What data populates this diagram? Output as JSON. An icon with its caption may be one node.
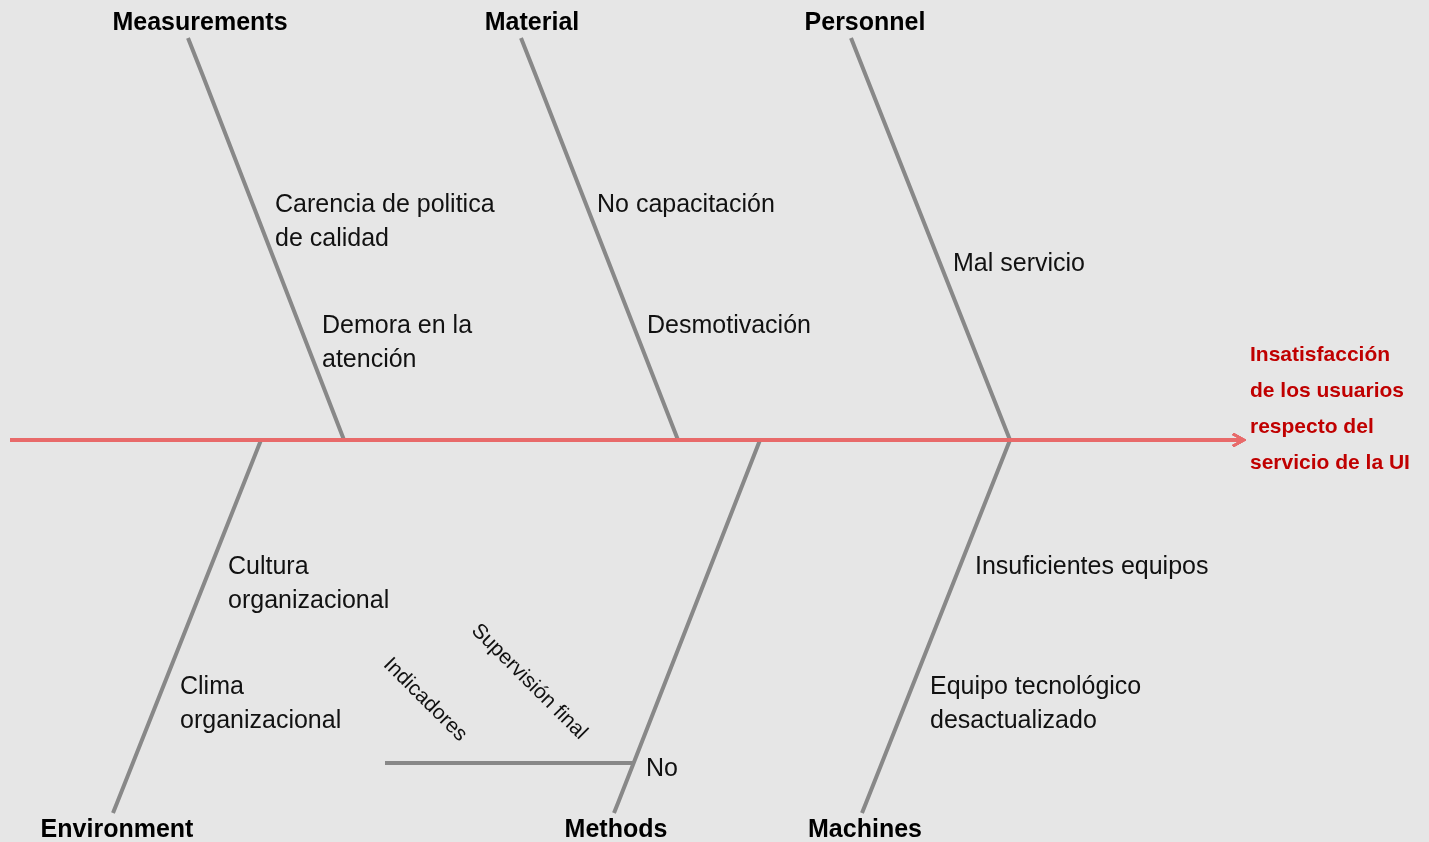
{
  "diagram": {
    "nodes": [
      {
        "text": [
          "Measurements"
        ]
      },
      {
        "text": [
          "Material"
        ]
      },
      {
        "text": [
          "Personnel"
        ]
      },
      {
        "text": [
          "Environment"
        ]
      },
      {
        "text": [
          "Methods"
        ]
      },
      {
        "text": [
          "Machines"
        ]
      },
      {
        "text": [
          "Insatisfacción de los usuarios respecto del servicio de la UI"
        ]
      }
    ],
    "edges": [
      {
        "from": 0,
        "to": 6,
        "arrow": "to"
      },
      {
        "from": 1,
        "to": 6,
        "arrow": "to"
      },
      {
        "from": 2,
        "to": 6,
        "arrow": "to"
      },
      {
        "from": 3,
        "to": 6,
        "arrow": "to"
      },
      {
        "from": 4,
        "to": 6,
        "arrow": "to"
      },
      {
        "from": 5,
        "to": 6,
        "arrow": "to"
      }
    ],
    "labels": [
      "Carencia de politica de calidad",
      "No capacitación",
      "Mal servicio",
      "Demora en la atención",
      "Desmotivación",
      "Cultura organizacional",
      "Insuficientes equipos",
      "Supervisión final",
      "Clima organizacional",
      "Equipo tecnológico desactualizado",
      "Indicadores",
      "No"
    ]
  }
}
